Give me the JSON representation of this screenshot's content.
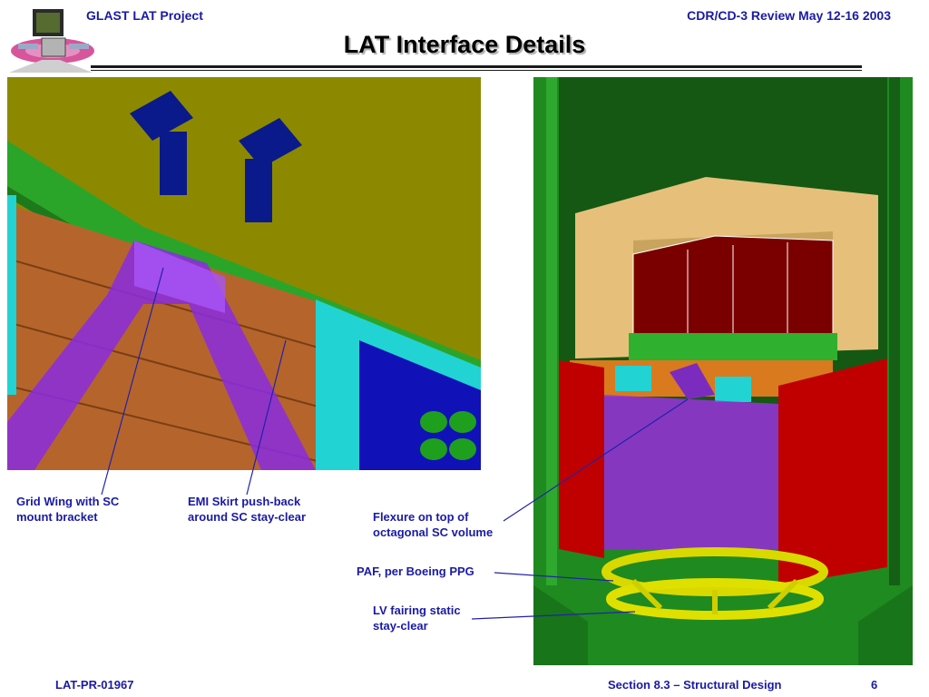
{
  "header": {
    "project": "GLAST LAT Project",
    "review": "CDR/CD-3 Review  May  12-16 2003"
  },
  "slide": {
    "title": "LAT Interface Details"
  },
  "callouts": {
    "grid_wing": [
      "Grid Wing with SC",
      "mount bracket"
    ],
    "emi_skirt": [
      "EMI Skirt push-back",
      "around SC stay-clear"
    ],
    "flexure": [
      "Flexure on top of",
      "octagonal SC volume"
    ],
    "paf": [
      "PAF, per Boeing PPG"
    ],
    "lv_fairing": [
      "LV fairing static",
      "stay-clear"
    ]
  },
  "footer": {
    "doc_id": "LAT-PR-01967",
    "section": "Section 8.3 – Structural Design",
    "page": "6"
  },
  "colors": {
    "accent_text": "#1a1aa6",
    "fairing_green": "#1f8a1f",
    "bracket_purple": "#8a2be2",
    "grid_red": "#c00000",
    "tan": "#e6c07a"
  }
}
